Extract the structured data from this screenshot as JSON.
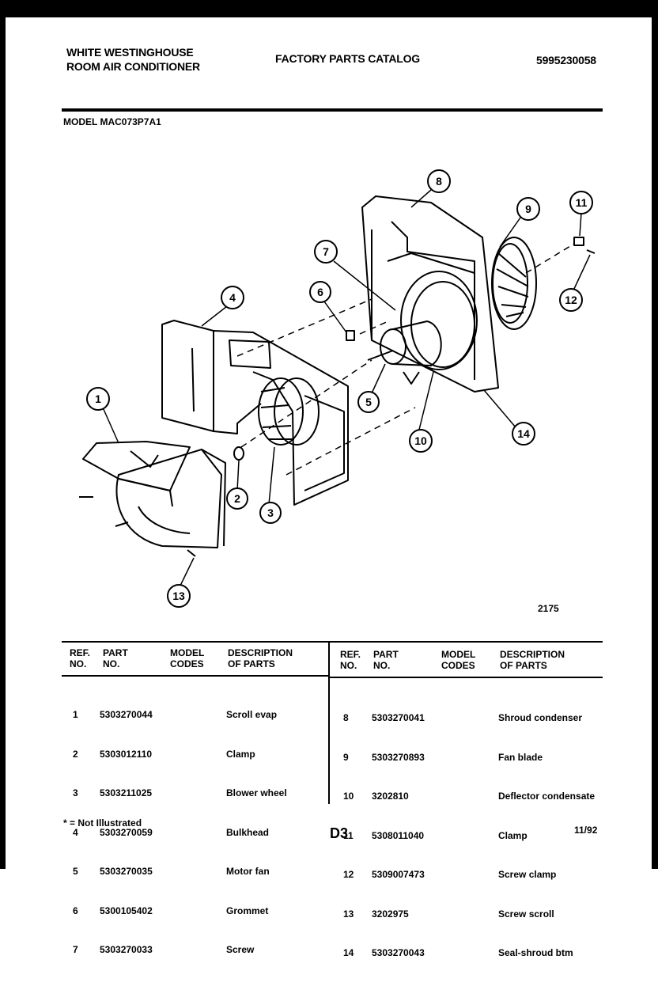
{
  "header": {
    "brand_line1": "WHITE WESTINGHOUSE",
    "brand_line2": "ROOM AIR CONDITIONER",
    "catalog_title": "FACTORY PARTS CATALOG",
    "catalog_number": "5995230058",
    "model": "MODEL MAC073P7A1"
  },
  "diagram": {
    "code": "2175",
    "callouts": [
      "1",
      "2",
      "3",
      "4",
      "5",
      "6",
      "7",
      "8",
      "9",
      "10",
      "11",
      "12",
      "13",
      "14"
    ]
  },
  "table": {
    "headers": {
      "ref": [
        "REF.",
        "NO."
      ],
      "part": [
        "PART",
        "NO."
      ],
      "codes": [
        "MODEL",
        "CODES"
      ],
      "desc": [
        "DESCRIPTION",
        "OF PARTS"
      ]
    },
    "left_rows": [
      {
        "ref": "1",
        "part": "5303270044",
        "code": "",
        "desc": "Scroll evap"
      },
      {
        "ref": "2",
        "part": "5303012110",
        "code": "",
        "desc": "Clamp"
      },
      {
        "ref": "3",
        "part": "5303211025",
        "code": "",
        "desc": "Blower wheel"
      },
      {
        "ref": "4",
        "part": "5303270059",
        "code": "",
        "desc": "Bulkhead"
      },
      {
        "ref": "5",
        "part": "5303270035",
        "code": "",
        "desc": "Motor fan"
      },
      {
        "ref": "6",
        "part": "5300105402",
        "code": "",
        "desc": "Grommet"
      },
      {
        "ref": "7",
        "part": "5303270033",
        "code": "",
        "desc": "Screw"
      }
    ],
    "right_rows": [
      {
        "ref": "8",
        "part": "5303270041",
        "code": "",
        "desc": "Shroud condenser"
      },
      {
        "ref": "9",
        "part": "5303270893",
        "code": "",
        "desc": "Fan blade"
      },
      {
        "ref": "10",
        "part": "3202810",
        "code": "",
        "desc": "Deflector condensate"
      },
      {
        "ref": "11",
        "part": "5308011040",
        "code": "",
        "desc": "Clamp"
      },
      {
        "ref": "12",
        "part": "5309007473",
        "code": "",
        "desc": "Screw clamp"
      },
      {
        "ref": "13",
        "part": "3202975",
        "code": "",
        "desc": "Screw scroll"
      },
      {
        "ref": "14",
        "part": "5303270043",
        "code": "",
        "desc": "Seal-shroud btm"
      }
    ]
  },
  "footer": {
    "note": "* = Not Illustrated",
    "page": "D3",
    "date": "11/92"
  }
}
